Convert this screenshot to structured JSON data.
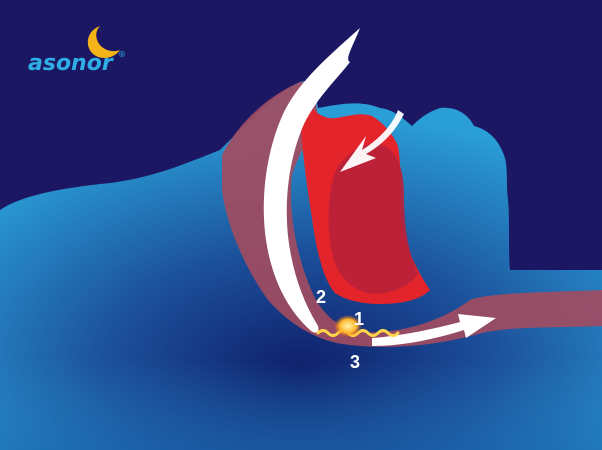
{
  "brand": {
    "name": "asonor",
    "mark": "®",
    "icon": "crescent-moon-icon"
  },
  "labels": [
    {
      "id": "label-1",
      "text": "1"
    },
    {
      "id": "label-2",
      "text": "2"
    },
    {
      "id": "label-3",
      "text": "3"
    }
  ],
  "colors": {
    "night_bg": "#1b1762",
    "head_blue": "#2a9fd7",
    "throat_red": "#e3242b",
    "airway_tint": "#a14c61",
    "moon_yellow": "#f4b316",
    "brand_blue": "#2faee6",
    "airflow_white": "#ffffff",
    "vibration_yellow": "#ffd54a"
  },
  "icons": {
    "airflow_arrows": "airflow-arrow-icon",
    "vibration": "vibration-point-icon"
  }
}
